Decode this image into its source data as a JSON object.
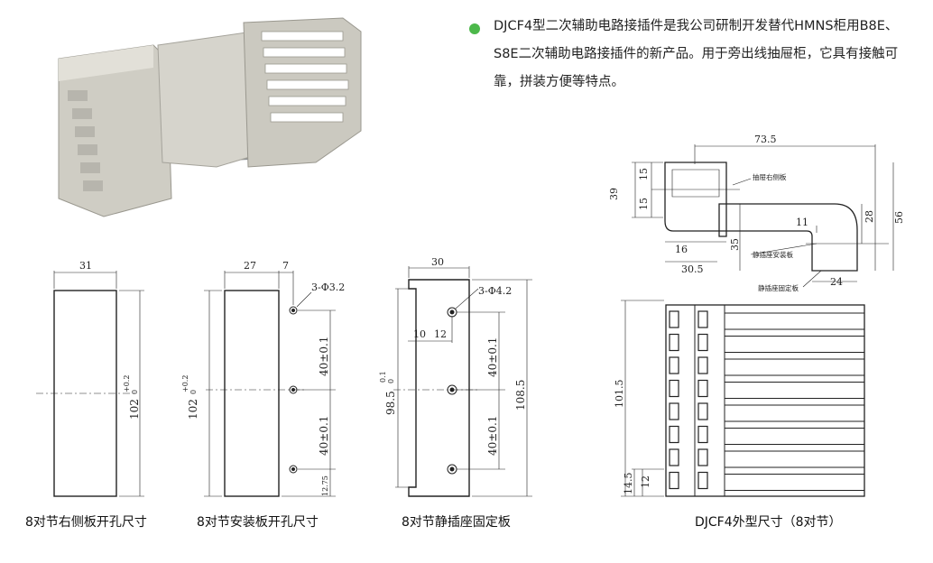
{
  "description": {
    "bullet_color": "#4cb84a",
    "text": "DJCF4型二次辅助电路接插件是我公司研制开发替代HMNS柜用B8E、S8E二次辅助电路接插件的新产品。用于旁出线抽屉柜，它具有接触可靠，拼装方便等特点。"
  },
  "drawing_right_panel": {
    "caption": "8对节右侧板开孔尺寸",
    "width": "31",
    "height": "102",
    "tol_upper": "+0.2",
    "tol_lower": "0"
  },
  "drawing_mount_plate": {
    "caption": "8对节安装板开孔尺寸",
    "width": "27",
    "offset": "7",
    "holes": "3-Φ3.2",
    "height": "102",
    "tol_upper": "+0.2",
    "tol_lower": "0",
    "pitch1": "40±0.1",
    "pitch2": "40±0.1",
    "bottom": "12.75"
  },
  "drawing_fixing_plate": {
    "caption": "8对节静插座固定板",
    "width": "30",
    "holes": "3-Φ4.2",
    "d1": "10",
    "d2": "12",
    "inner_height": "98.5",
    "tol_upper": "0.1",
    "tol_lower": "0",
    "outer_height": "108.5",
    "pitch1": "40±0.1",
    "pitch2": "40±0.1"
  },
  "drawing_outline": {
    "caption": "DJCF4外型尺寸（8对节）",
    "top_width": "73.5",
    "d15a": "15",
    "d39": "39",
    "d15b": "15",
    "d16": "16",
    "d30_5": "30.5",
    "d35": "35",
    "d11": "11",
    "d24": "24",
    "d28": "28",
    "d56": "56",
    "label_side_plate": "抽屉右侧板",
    "label_mount_plate": "静插座安装板",
    "label_fixing_plate": "静插座固定板",
    "height": "101.5",
    "d14_5": "14.5",
    "d12": "12"
  }
}
